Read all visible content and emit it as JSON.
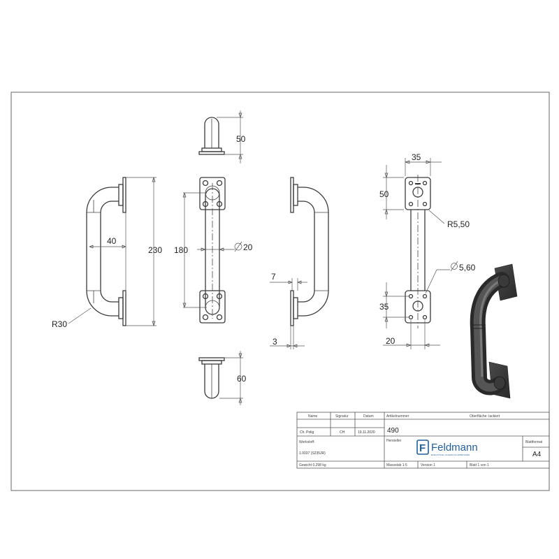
{
  "dimensions": {
    "top_height": "50",
    "overall_height": "230",
    "standoff_40": "40",
    "radius_30": "R30",
    "center_180": "180",
    "diameter_20": "20",
    "bottom_height": "60",
    "plate_thk_7": "7",
    "offset_3": "3",
    "plate_width": "35",
    "plate_height_top": "50",
    "corner_radius": "R5,50",
    "hole_dia": "5,60",
    "hole_spacing": "35",
    "hole_offset": "20"
  },
  "title_block": {
    "headers": {
      "name": "Name",
      "signature": "Signatur",
      "date": "Datum",
      "article_no": "Artikelnummer",
      "surface": "Oberfläche: lackiert",
      "material_label": "Werkstoff:",
      "manufacturer": "Hersteller",
      "sheet_format_label": "Blattformat",
      "weight": "Gewicht 0,298 kg",
      "scale": "Massstab 1:5",
      "version": "Version 1",
      "sheet": "Blatt 1 von 1"
    },
    "values": {
      "name": "Ch. Polig",
      "signature": "CH",
      "date": "19.11.2020",
      "article_no": "490",
      "material": "1.0037 (S235JR)",
      "sheet_format": "A4"
    },
    "logo": {
      "glyph": "F",
      "name": "Feldmann",
      "tagline": "EDELSTAHL-KLEMM-SCHWEISSEN"
    }
  },
  "colors": {
    "line": "#3a3a3a",
    "logo_blue": "#1f5fa0",
    "handle_dark": "#3c3c3c"
  }
}
